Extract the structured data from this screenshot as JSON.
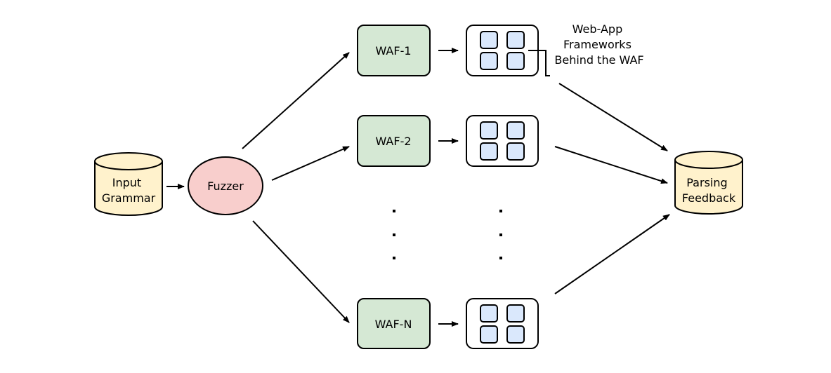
{
  "nodes": {
    "input_grammar": {
      "lines": [
        "Input",
        "Grammar"
      ]
    },
    "fuzzer": {
      "label": "Fuzzer"
    },
    "parsing_feedback": {
      "lines": [
        "Parsing",
        "Feedback"
      ]
    },
    "wafs": [
      {
        "label": "WAF-1"
      },
      {
        "label": "WAF-2"
      },
      {
        "label": "WAF-N"
      }
    ]
  },
  "annotation": {
    "lines": [
      "Web-App",
      "Frameworks",
      "Behind the WAF"
    ]
  },
  "colors": {
    "database_fill": "#fff2cc",
    "database_stroke": "#000000",
    "fuzzer_fill": "#f8cecc",
    "fuzzer_stroke": "#000000",
    "waf_fill": "#d5e8d4",
    "waf_stroke": "#000000",
    "framework_box_fill": "#ffffff",
    "framework_box_stroke": "#000000",
    "framework_cell_fill": "#dae8fc",
    "framework_cell_stroke": "#000000",
    "arrow": "#000000"
  }
}
